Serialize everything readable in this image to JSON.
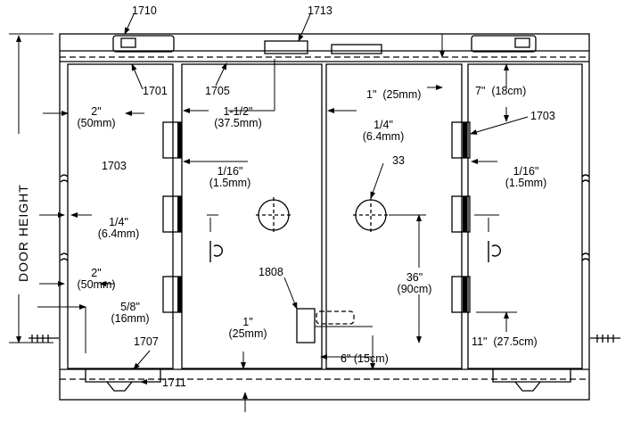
{
  "callouts": {
    "c1710": "1710",
    "c1713": "1713",
    "c1701": "1701",
    "c1705": "1705",
    "c1703_right": "1703",
    "c1703_left": "1703",
    "c33": "33",
    "c1808": "1808",
    "c1707": "1707",
    "c1711": "1711"
  },
  "dimensions": {
    "d_2in_top": {
      "imperial": "2\"",
      "metric": "(50mm)"
    },
    "d_112": {
      "imperial": "1-1/2\"",
      "metric": "(37.5mm)"
    },
    "d_1in_top": {
      "imperial": "1\"",
      "metric": "(25mm)"
    },
    "d_7in": {
      "imperial": "7\"",
      "metric": "(18cm)"
    },
    "d_14_mid": {
      "imperial": "1/4\"",
      "metric": "(6.4mm)"
    },
    "d_116_left": {
      "imperial": "1/16\"",
      "metric": "(1.5mm)"
    },
    "d_116_right": {
      "imperial": "1/16\"",
      "metric": "(1.5mm)"
    },
    "d_14_left": {
      "imperial": "1/4\"",
      "metric": "(6.4mm)"
    },
    "d_2in_low": {
      "imperial": "2\"",
      "metric": "(50mm)"
    },
    "d_58": {
      "imperial": "5/8\"",
      "metric": "(16mm)"
    },
    "d_1in_bottom": {
      "imperial": "1\"",
      "metric": "(25mm)"
    },
    "d_36": {
      "imperial": "36\"",
      "metric": "(90cm)"
    },
    "d_6": {
      "imperial": "6\"",
      "metric": "(15cm)"
    },
    "d_11": {
      "imperial": "11\"",
      "metric": "(27.5cm)"
    }
  },
  "labels": {
    "door_height": "DOOR HEIGHT",
    "centerline_symbol": "CL"
  }
}
